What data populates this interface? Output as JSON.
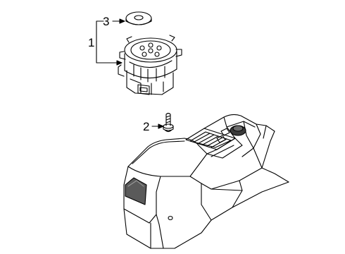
{
  "diagram": {
    "line_color": "#000000",
    "background": "#ffffff",
    "callouts": [
      {
        "id": "1",
        "label": "1"
      },
      {
        "id": "2",
        "label": "2"
      },
      {
        "id": "3",
        "label": "3"
      }
    ],
    "parts": [
      {
        "ref": "1",
        "icon": "selector-knob-assembly-icon"
      },
      {
        "ref": "2",
        "icon": "screw-icon"
      },
      {
        "ref": "3",
        "icon": "washer-ring-icon"
      },
      {
        "ref": "",
        "icon": "center-console-icon"
      }
    ]
  }
}
